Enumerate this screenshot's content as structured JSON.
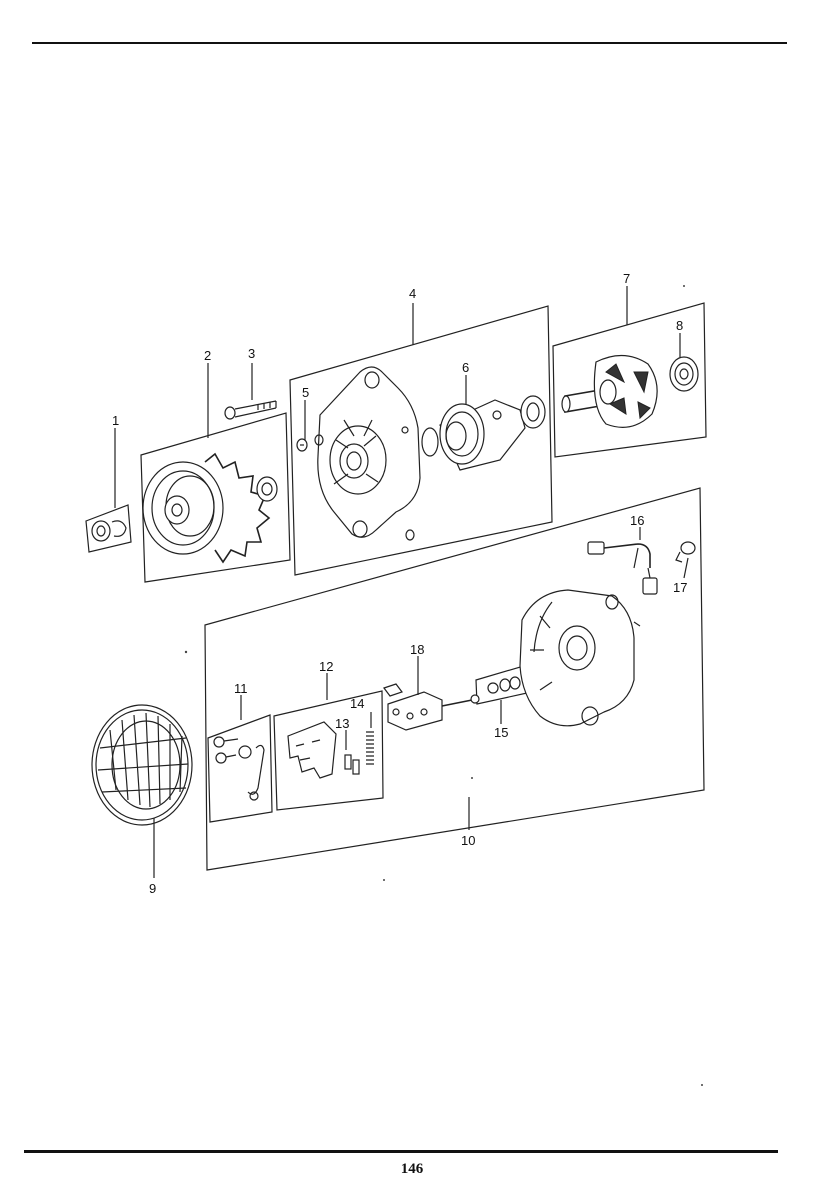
{
  "page": {
    "number": "146"
  },
  "callouts": {
    "c1": "1",
    "c2": "2",
    "c3": "3",
    "c4": "4",
    "c5": "5",
    "c6": "6",
    "c7": "7",
    "c8": "8",
    "c9": "9",
    "c10": "10",
    "c11": "11",
    "c12": "12",
    "c13": "13",
    "c14": "14",
    "c15": "15",
    "c16": "16",
    "c17": "17",
    "c18": "18"
  }
}
